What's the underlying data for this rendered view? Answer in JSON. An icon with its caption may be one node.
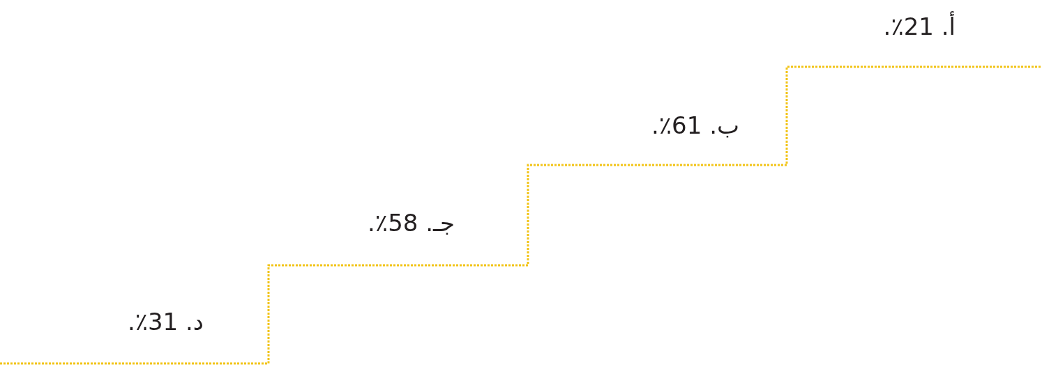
{
  "diagram": {
    "labels": [
      "أ. 21٪.",
      "ب. 61٪.",
      "جـ. 58٪.",
      "د. 31٪."
    ]
  }
}
